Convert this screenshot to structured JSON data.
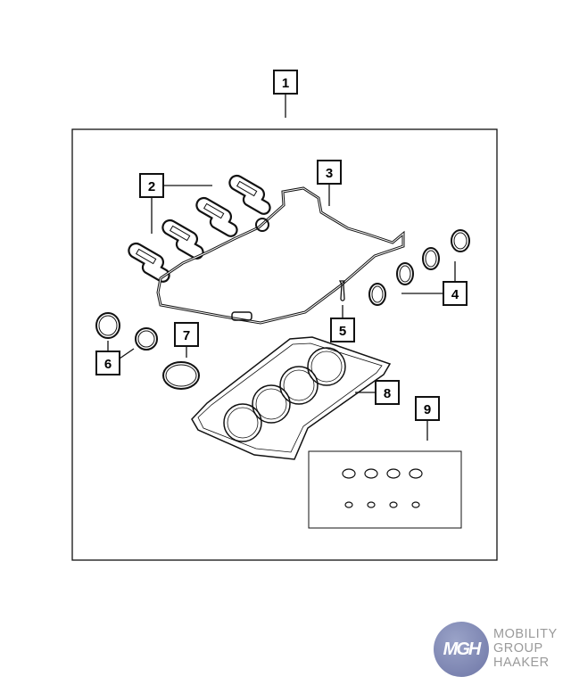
{
  "diagram": {
    "callouts": {
      "c1": "1",
      "c2": "2",
      "c3": "3",
      "c4": "4",
      "c5": "5",
      "c6": "6",
      "c7": "7",
      "c8": "8",
      "c9": "9"
    }
  },
  "logo": {
    "mark": "MGH",
    "line1": "MOBILITY",
    "line2": "GROUP",
    "line3": "HAAKER",
    "circle_color": "#7c84b2",
    "text_color": "#9a9a9a"
  }
}
